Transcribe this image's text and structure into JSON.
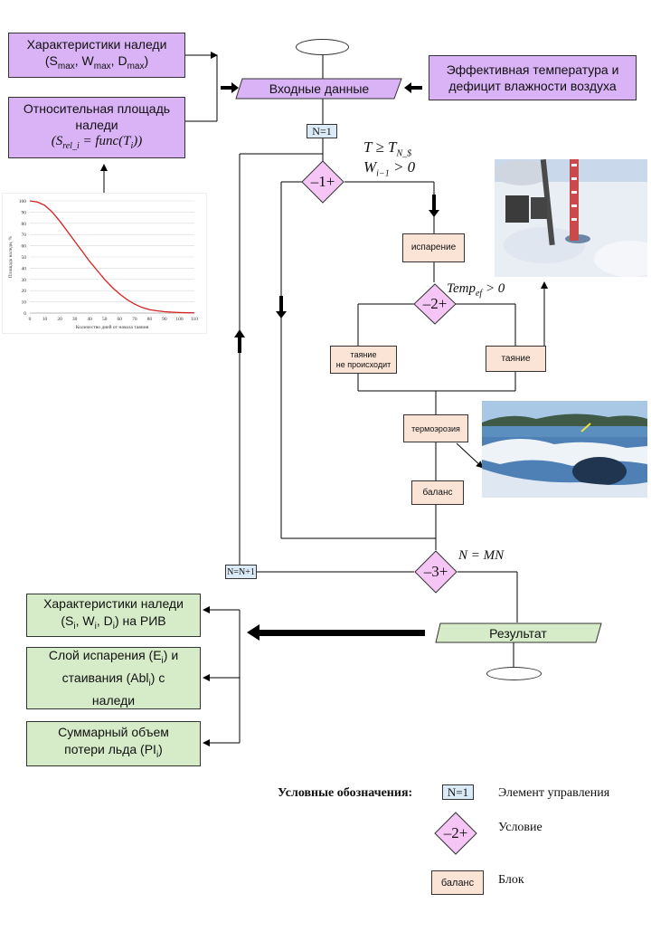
{
  "inputs": {
    "ice_characteristics": "Характеристики наледи (Smax, Wmax, Dmax)",
    "ice_characteristics_line1": "Характеристики наледи",
    "ice_characteristics_line2": "(S",
    "ice_characteristics_sub1": "max",
    "ice_characteristics_mid1": ", W",
    "ice_characteristics_sub2": "max",
    "ice_characteristics_mid2": ", D",
    "ice_characteristics_sub3": "max",
    "ice_characteristics_end": ")",
    "relative_area_line1": "Относительная площадь",
    "relative_area_line2": "наледи",
    "relative_area_formula": "(S",
    "relative_area_formula_sub": "rel_i",
    "relative_area_formula_rest": " =   func(T",
    "relative_area_formula_sub2": "i",
    "relative_area_formula_end": "))",
    "effective_temp": "Эффективная температура и дефицит влажности воздуха",
    "effective_temp_line1": "Эффективная температура и",
    "effective_temp_line2": "дефицит влажности воздуха",
    "input_data": "Входные данные"
  },
  "control": {
    "n_init": "N=1",
    "n_increment": "N=N+1"
  },
  "conditions": {
    "c1": "–1+",
    "c1_text_line1": "T ≥ T",
    "c1_text_line1_sub": "N_$",
    "c1_text_line2": "W",
    "c1_text_line2_sub": "i−1",
    "c1_text_line2_rest": " > 0",
    "c2": "–2+",
    "c2_text": "Temp",
    "c2_text_sub": "ef",
    "c2_text_rest": " > 0",
    "c3": "–3+",
    "c3_text": "N = MN"
  },
  "blocks": {
    "evaporation": "испарение",
    "no_melting_line1": "таяние",
    "no_melting_line2": "не происходит",
    "melting": "таяние",
    "thermoerosion": "термоэрозия",
    "balance": "баланс",
    "result": "Результат"
  },
  "outputs": {
    "o1_line1": "Характеристики наледи",
    "o1_line2_a": "(S",
    "o1_sub1": "i",
    "o1_line2_b": ", W",
    "o1_sub2": "i",
    "o1_line2_c": ", D",
    "o1_sub3": "i",
    "o1_line2_d": ") на РИВ",
    "o2_line1": "Слой испарения (E",
    "o2_sub1": "i",
    "o2_line1_end": ") и",
    "o2_line2": "стаивания (Abl",
    "o2_sub2": "i",
    "o2_line2_end": ") с",
    "o2_line3": "наледи",
    "o3_line1": "Суммарный объем",
    "o3_line2": "потери льда (PI",
    "o3_sub": "i",
    "o3_line2_end": ")"
  },
  "legend": {
    "title": "Условные обозначения:",
    "control_sample": "N=1",
    "control_label": "Элемент управления",
    "condition_sample": "–2+",
    "condition_label": "Условие",
    "block_sample": "баланс",
    "block_label": "Блок"
  },
  "chart_data": {
    "type": "line",
    "title": "",
    "xlabel": "Количество дней от начала таяния",
    "ylabel": "Площадь наледи, %",
    "xlim": [
      0,
      110
    ],
    "ylim": [
      0,
      100
    ],
    "xticks": [
      "0",
      "10",
      "20",
      "30",
      "40",
      "50",
      "60",
      "70",
      "80",
      "90",
      "100",
      "110"
    ],
    "yticks": [
      "0",
      "10",
      "20",
      "30",
      "40",
      "50",
      "60",
      "70",
      "80",
      "90",
      "100"
    ],
    "grid": true,
    "series": [
      {
        "color": "#d62020",
        "x": [
          0,
          5,
          10,
          15,
          20,
          25,
          30,
          35,
          40,
          45,
          50,
          55,
          60,
          65,
          70,
          75,
          80,
          85,
          90,
          95,
          100,
          105,
          110
        ],
        "y": [
          100,
          99,
          96,
          90,
          82,
          73,
          64,
          55,
          46,
          38,
          30,
          23,
          17,
          12,
          8,
          5,
          3,
          2,
          1.2,
          0.8,
          0.5,
          0.3,
          0.2
        ]
      }
    ]
  },
  "colors": {
    "purple": "#d9b3f5",
    "green": "#d6ecc9",
    "peach": "#fbe3d6",
    "control": "#dbeaf7",
    "condition": "#f5c6f5",
    "curve": "#d62020"
  }
}
